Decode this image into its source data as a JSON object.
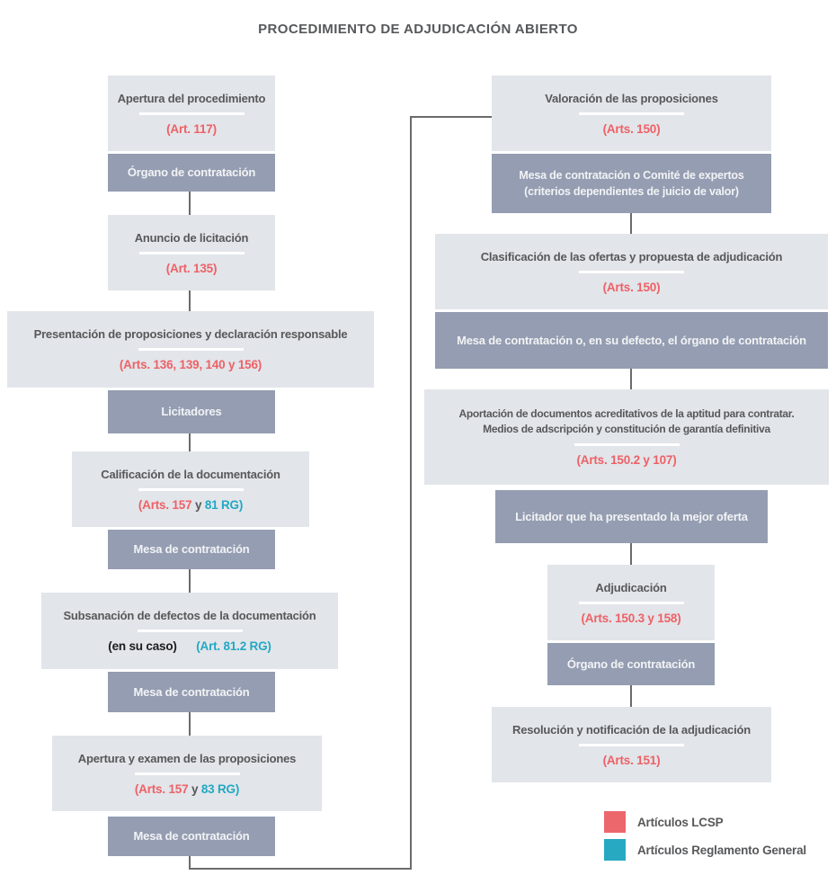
{
  "title": "PROCEDIMIENTO DE ADJUDICACIÓN ABIERTO",
  "palette": {
    "light_box": "#e2e5e9",
    "dark_box": "#949db1",
    "heading_text": "#57585a",
    "lcsp_red": "#ed6167",
    "rg_teal": "#21a8c4",
    "note_black": "#1c1c1e",
    "connector_gray": "#6a6b6d",
    "legend_red": "#ec676c",
    "legend_teal": "#27a9c2"
  },
  "flow": {
    "left": [
      {
        "title": "Apertura del procedimiento",
        "art": {
          "lcsp": "(Art. 117)"
        },
        "actor": "Órgano de contratación"
      },
      {
        "title": "Anuncio de licitación",
        "art": {
          "lcsp": "(Art. 135)"
        }
      },
      {
        "title": "Presentación de proposiciones y declaración responsable",
        "art": {
          "lcsp": "(Arts. 136, 139, 140 y 156)"
        },
        "actor": "Licitadores"
      },
      {
        "title": "Calificación de la documentación",
        "art": {
          "lcsp": "(Arts. 157",
          "sep": "y",
          "rg": "81 RG)"
        },
        "actor": "Mesa de contratación"
      },
      {
        "title": "Subsanación de defectos de la documentación",
        "art": {
          "note": "(en su caso)",
          "rg": "(Art. 81.2 RG)"
        },
        "actor": "Mesa de contratación"
      },
      {
        "title": "Apertura y examen de las proposiciones",
        "art": {
          "lcsp": "(Arts. 157",
          "sep": "y",
          "rg": "83 RG)"
        },
        "actor": "Mesa de contratación"
      }
    ],
    "right": [
      {
        "title": "Valoración de las proposiciones",
        "art": {
          "lcsp": "(Arts. 150)"
        },
        "actor_lines": [
          "Mesa de contratación o Comité de expertos",
          "(criterios dependientes de juicio de valor)"
        ]
      },
      {
        "title": "Clasificación de las ofertas y propuesta de adjudicación",
        "art": {
          "lcsp": "(Arts. 150)"
        },
        "actor": "Mesa de contratación o, en su defecto, el órgano de contratación"
      },
      {
        "title_lines": [
          "Aportación de documentos acreditativos de la aptitud para contratar.",
          "Medios de adscripción y constitución de garantía definitiva"
        ],
        "art": {
          "lcsp": "(Arts. 150.2 y 107)"
        },
        "actor": "Licitador que ha presentado la mejor oferta"
      },
      {
        "title": "Adjudicación",
        "art": {
          "lcsp": "(Arts. 150.3 y 158)"
        },
        "actor": "Órgano de contratación"
      },
      {
        "title": "Resolución y notificación de la adjudicación",
        "art": {
          "lcsp": "(Arts. 151)"
        }
      }
    ]
  },
  "legend": [
    {
      "label": "Artículos LCSP",
      "color": "#ec676c"
    },
    {
      "label": "Artículos Reglamento General",
      "color": "#27a9c2"
    }
  ]
}
